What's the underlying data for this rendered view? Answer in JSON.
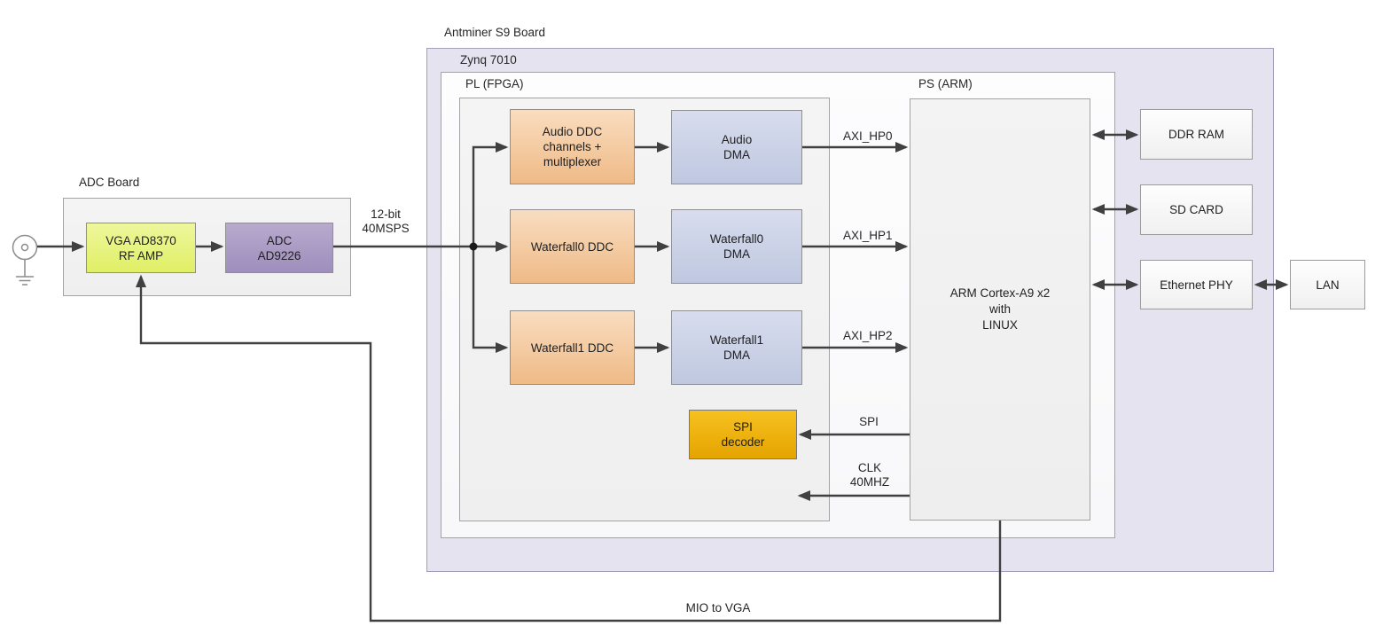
{
  "colors": {
    "canvas": "#ffffff",
    "text": "#1f1f1f",
    "line": "#404040",
    "panel-border": "#a3a3a3",
    "lavender-fill": "#e6e3f0",
    "lavender-border": "#a49dbb",
    "orange-top": "#f9ddc0",
    "orange-bottom": "#efba87",
    "blue-top": "#d8ddee",
    "blue-bottom": "#bfc8e0",
    "yellow-top": "#eef79c",
    "yellow-bottom": "#e0ef66",
    "purple-top": "#b7aacd",
    "purple-bottom": "#9e8ebc",
    "gold-top": "#f6c120",
    "gold-bottom": "#e5a400"
  },
  "containers": {
    "adc_board": "ADC Board",
    "antminer": "Antminer S9 Board",
    "zynq": "Zynq 7010",
    "pl": "PL (FPGA)",
    "ps": "PS (ARM)"
  },
  "blocks": {
    "vga": "VGA AD8370\nRF AMP",
    "adc": "ADC\nAD9226",
    "audio_ddc": "Audio DDC\nchannels +\nmultiplexer",
    "audio_dma": "Audio\nDMA",
    "waterfall0_ddc": "Waterfall0 DDC",
    "waterfall0_dma": "Waterfall0\nDMA",
    "waterfall1_ddc": "Waterfall1 DDC",
    "waterfall1_dma": "Waterfall1\nDMA",
    "spi_decoder": "SPI\ndecoder",
    "arm": "ARM Cortex-A9 x2\nwith\nLINUX",
    "ddr_ram": "DDR RAM",
    "sd_card": "SD CARD",
    "ethernet_phy": "Ethernet PHY",
    "lan": "LAN"
  },
  "connection_labels": {
    "adc_output": "12-bit\n40MSPS",
    "axi_hp0": "AXI_HP0",
    "axi_hp1": "AXI_HP1",
    "axi_hp2": "AXI_HP2",
    "spi": "SPI",
    "clk": "CLK\n40MHZ",
    "mio": "MIO to VGA"
  }
}
